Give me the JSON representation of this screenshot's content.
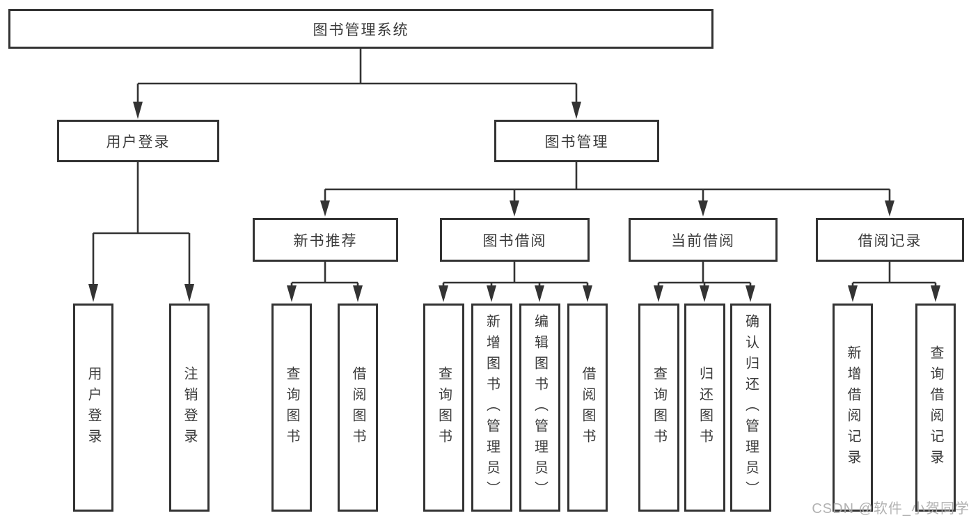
{
  "tree": {
    "root": {
      "label": "图书管理系统"
    },
    "user_login": {
      "label": "用户登录",
      "children": [
        {
          "label": "用户登录"
        },
        {
          "label": "注销登录"
        }
      ]
    },
    "book_mgmt": {
      "label": "图书管理",
      "children": [
        {
          "label": "新书推荐",
          "children": [
            {
              "label": "查询图书"
            },
            {
              "label": "借阅图书"
            }
          ]
        },
        {
          "label": "图书借阅",
          "children": [
            {
              "label": "查询图书"
            },
            {
              "label": "新增图书（管理员）"
            },
            {
              "label": "编辑图书（管理员）"
            },
            {
              "label": "借阅图书"
            }
          ]
        },
        {
          "label": "当前借阅",
          "children": [
            {
              "label": "查询图书"
            },
            {
              "label": "归还图书"
            },
            {
              "label": "确认归还（管理员）"
            }
          ]
        },
        {
          "label": "借阅记录",
          "children": [
            {
              "label": "新增借阅记录"
            },
            {
              "label": "查询借阅记录"
            }
          ]
        }
      ]
    }
  },
  "watermark": "CSDN @软件_小贺同学",
  "colors": {
    "line": "#333333",
    "box_bg": "#ffffff",
    "text": "#3a3a3a",
    "watermark": "#aaaaaa"
  }
}
